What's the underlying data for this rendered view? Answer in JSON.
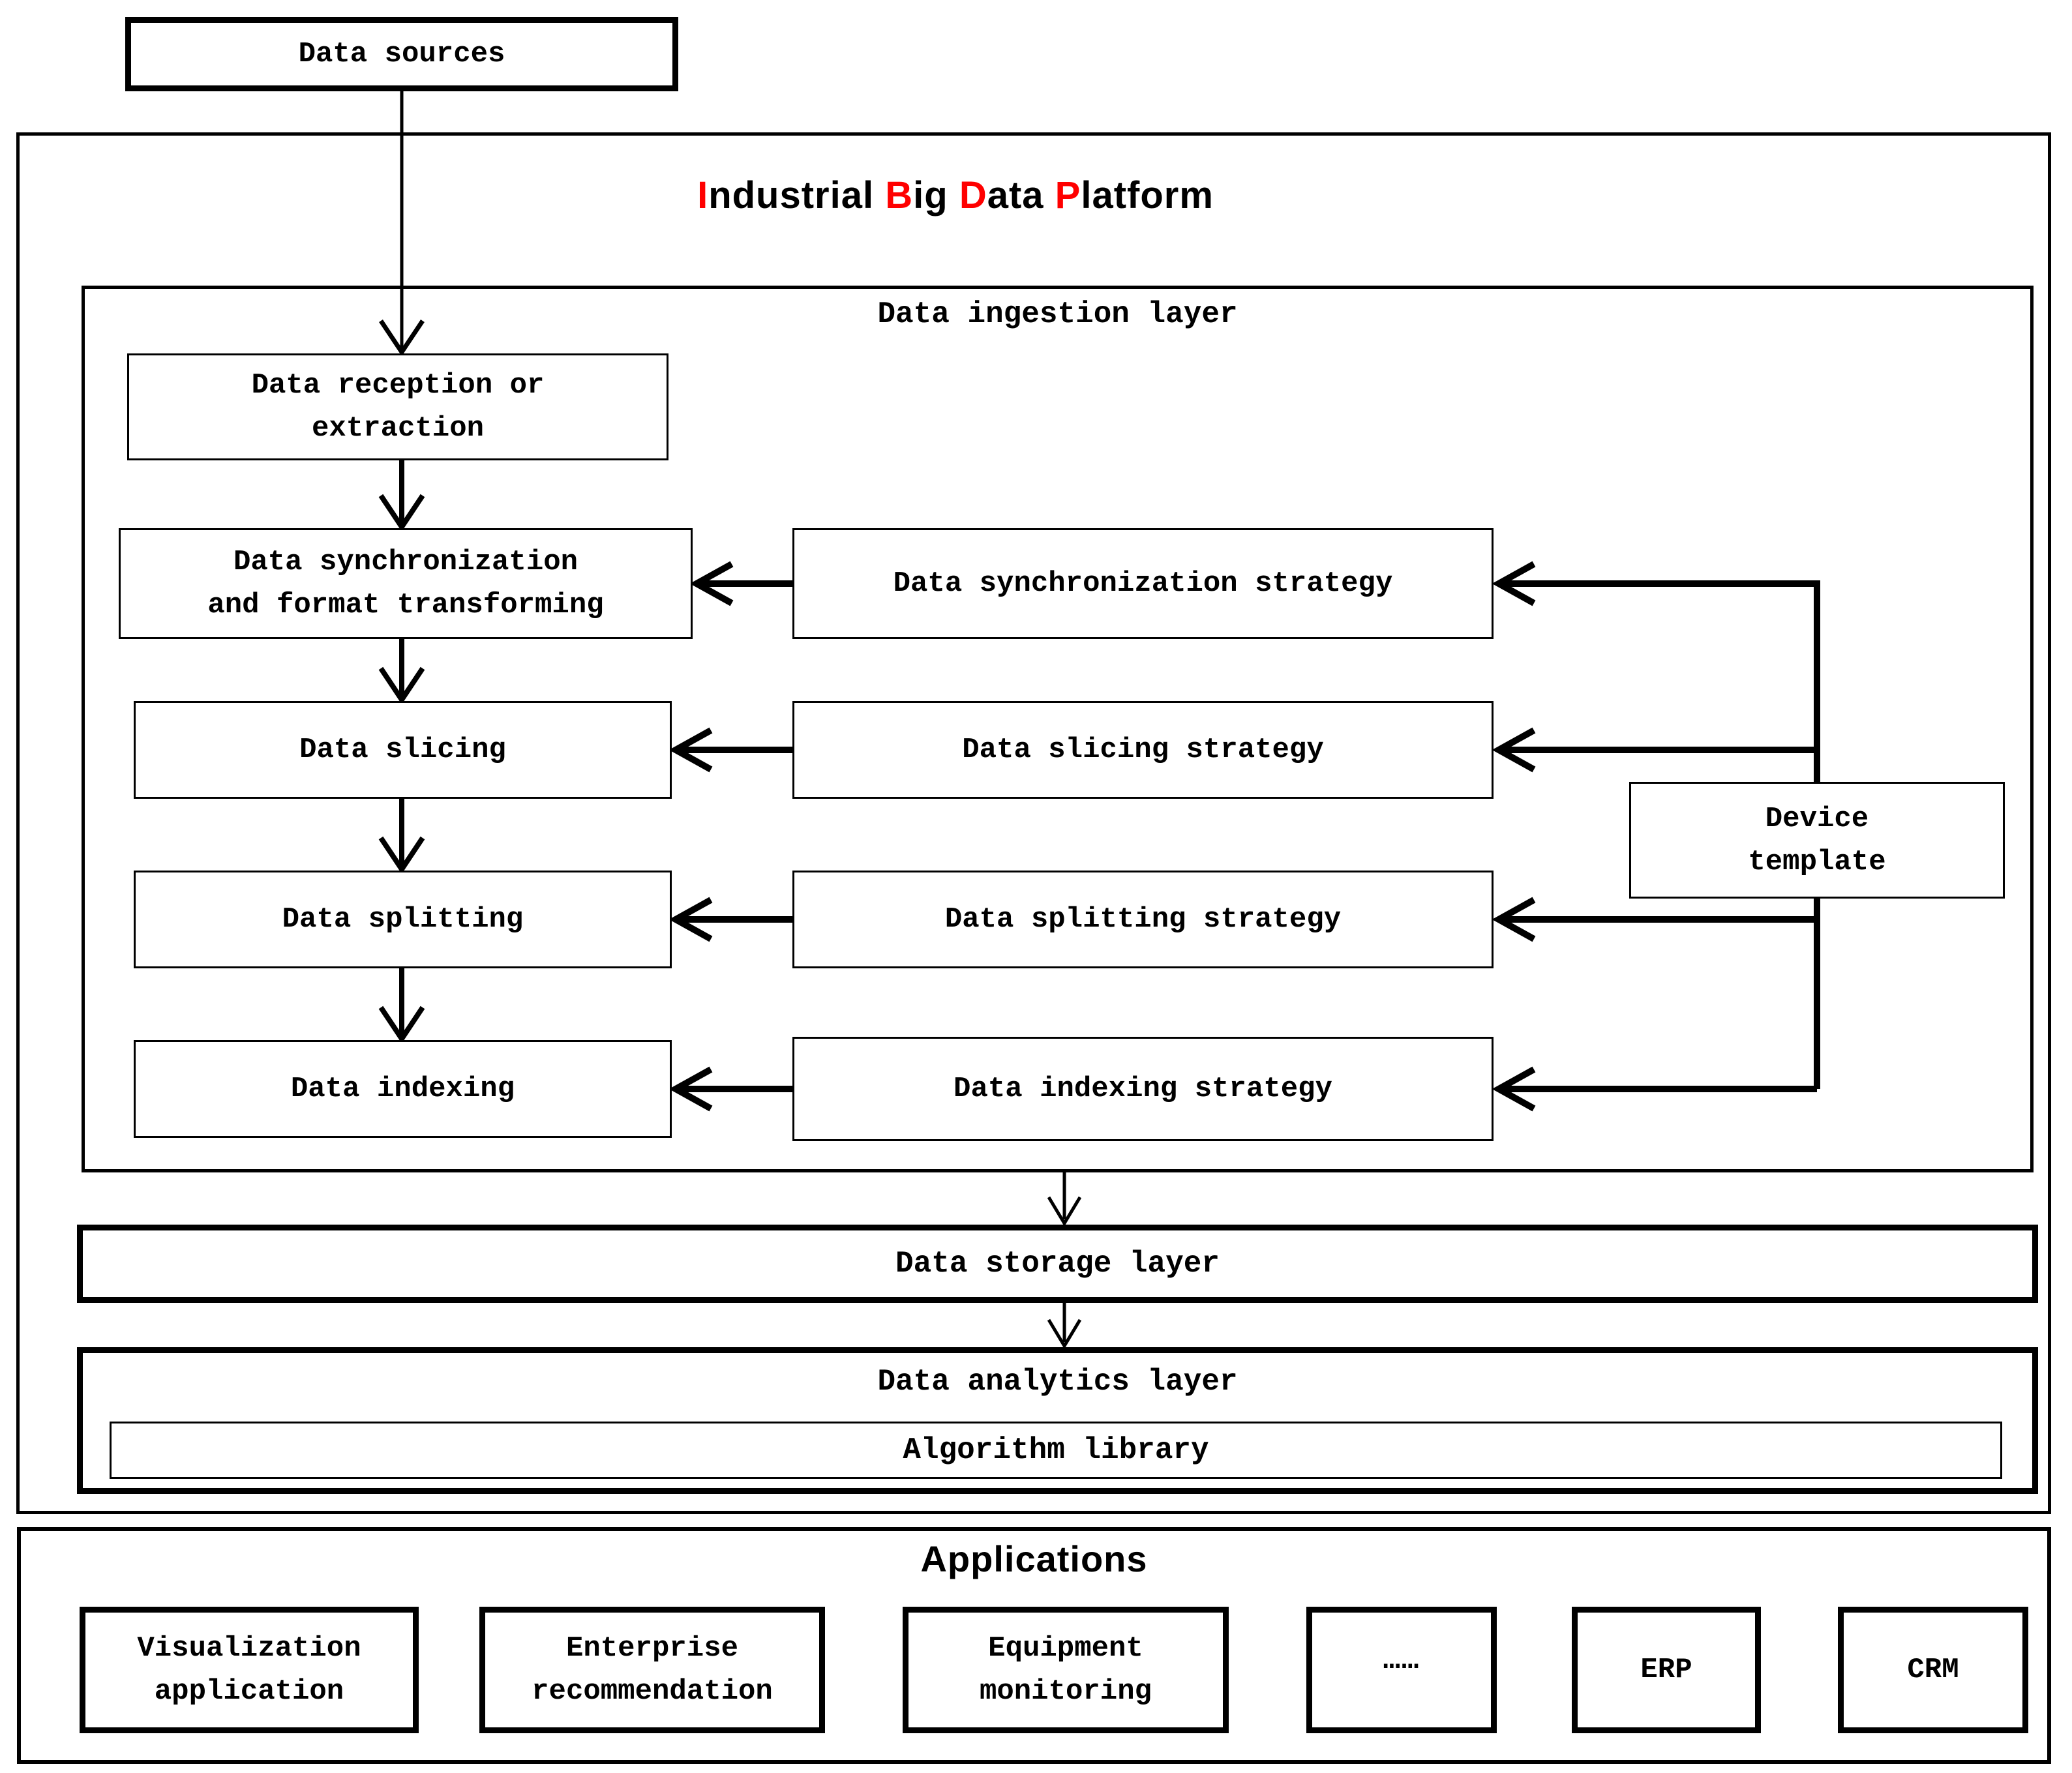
{
  "colors": {
    "accent": "#ff0000",
    "ink": "#000000",
    "background": "#ffffff"
  },
  "data_sources": {
    "label": "Data sources"
  },
  "platform": {
    "title": {
      "parts": [
        {
          "accent": "I",
          "rest": "ndustrial"
        },
        {
          "accent": "B",
          "rest": "ig"
        },
        {
          "accent": "D",
          "rest": "ata"
        },
        {
          "accent": "P",
          "rest": "latform"
        }
      ]
    },
    "ingestion": {
      "label": "Data ingestion layer",
      "steps": [
        {
          "label": "Data reception or\nextraction"
        },
        {
          "label": "Data synchronization\nand format transforming"
        },
        {
          "label": "Data slicing"
        },
        {
          "label": "Data splitting"
        },
        {
          "label": "Data indexing"
        }
      ],
      "strategies": [
        {
          "label": "Data synchronization strategy"
        },
        {
          "label": "Data slicing strategy"
        },
        {
          "label": "Data splitting strategy"
        },
        {
          "label": "Data indexing strategy"
        }
      ],
      "device_template": {
        "label": "Device\ntemplate"
      }
    },
    "storage": {
      "label": "Data storage layer"
    },
    "analytics": {
      "label": "Data analytics layer",
      "algorithm_library": {
        "label": "Algorithm library"
      }
    }
  },
  "applications": {
    "title": "Applications",
    "items": [
      {
        "label": "Visualization\napplication"
      },
      {
        "label": "Enterprise\nrecommendation"
      },
      {
        "label": "Equipment\nmonitoring"
      },
      {
        "label": "……"
      },
      {
        "label": "ERP"
      },
      {
        "label": "CRM"
      }
    ]
  }
}
